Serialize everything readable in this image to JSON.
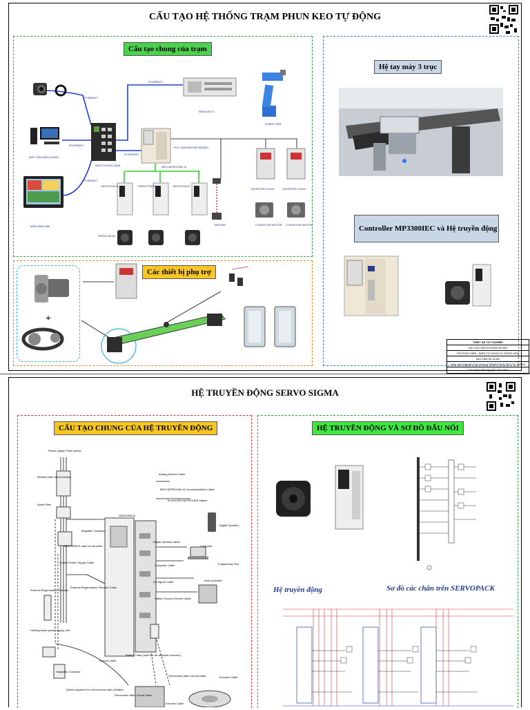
{
  "sheet1": {
    "title": "CẤU TẠO HỆ THỐNG TRẠM PHUN KEO TỰ ĐỘNG",
    "section_general": "Cấu tạo chung của trạm",
    "section_aux": "Các thiết bị phụ trợ",
    "section_arm": "Hệ tay máy 3 trục",
    "section_controller": "Controller MP3300IEC và Hệ truyền động",
    "plus_sign": "+",
    "network_labels": {
      "eth1": "ETHERNET",
      "eth2": "ETHERNET",
      "eth3": "ETHERNET",
      "eth4": "ETHERNET",
      "eth5": "ETHERNET",
      "mechatrolink": "MECHATROLINK III",
      "pc": "MÁY TÍNH ĐIỀU KHIỂN",
      "switch": "SWITCH EDS-G516",
      "hmi": "MÀN HÌNH HMI",
      "plc": "PLC YASKAWA MP3300IEC",
      "remote": "REMOTE IO",
      "robot": "ROBOT GP8",
      "drive1": "SERVO PACK",
      "drive2": "SERVO PACK",
      "drive3": "SERVO PACK",
      "servo_motor": "SERVO Motor",
      "sensor": "SENSOR",
      "inverter1": "INVERTER V1000",
      "inverter2": "INVERTER V1000",
      "motor1": "CONVEYOR MOTOR",
      "motor2": "CONVEYOR MOTOR"
    },
    "title_block": {
      "header": "THIẾT KẾ TỐT NGHIỆP",
      "university": "ĐẠI HỌC BÁCH KHOA HÀ NỘI",
      "faculty": "TRƯỜNG ĐIỆN - ĐIỆN TỬ   KHOA TỰ ĐỘNG HÓA",
      "row1": "Sinh viên   Họ và tên",
      "row2": "Giáo viên   Nguyễn Văn Hướng   TRẠM PHUN KEO TỰ ĐỘNG",
      "row3": "Chủ nhiệm BM   Nguyễn Văn Minh"
    }
  },
  "sheet2": {
    "title": "HỆ TRUYỀN ĐỘNG SERVO SIGMA",
    "section_structure": "CẤU TẠO CHUNG CỦA HỆ TRUYỀN ĐỘNG",
    "section_wiring": "HỆ TRUYỀN ĐỘNG VÀ SƠ ĐỒ ĐẤU NỐI",
    "caption_drive": "Hệ truyền động",
    "caption_pins": "Sơ đồ các chân trên SERVOPACK",
    "structure_labels": {
      "power": "Power supply Three-phase",
      "mccb": "Molded-case circuit breaker",
      "noise": "Noise Filter",
      "contactor": "Magnetic Contactor",
      "servopack": "SERVOPACK",
      "servopack_main": "SERVOPACK main circuit wires",
      "control_power": "Control Power Supply Cable",
      "ext_regen": "External Regenerative Resistor",
      "ext_regen_cable": "External Regenerative Resistor Cable",
      "holding_brake": "Holding brake power supply unit",
      "contactor2": "Magnetic Contactor",
      "analog": "Analog Monitor Cable",
      "mechatrolink": "MECHATROLINK-III Communications Cable",
      "digital_op": "Digital Operator",
      "to_next": "To next MECHATROLINK station",
      "digital_cable": "Digital Operator cable",
      "computer": "Computer",
      "computer_cable": "Computer Cable",
      "engineering": "Engineering Tool",
      "io": "I/O Signal Cable",
      "host": "Host controller",
      "safety": "Safety Function Device Cable",
      "ground": "Ground cable",
      "battery": "Battery Case (Used for an absolute encoder.)",
      "wires_note": "(Wires required for a Servomotor with a Brake)",
      "motor_main": "Servomotor Main Circuit Cable",
      "motor_main2": "Servomotor Main Circuit Cable",
      "encoder": "Encoder Cable",
      "encoder2": "Encoder Cable"
    }
  },
  "colors": {
    "green_border": "#2ea043",
    "orange_border": "#e28a2b",
    "blue_border": "#3f7fbf",
    "red_border": "#d9303a",
    "label_green": "#4cd14c",
    "label_yellow": "#f8c623",
    "label_blue": "#c9d6e6",
    "ethernet_line": "#1f3cd6",
    "mechatrolink_line": "#30d030"
  }
}
